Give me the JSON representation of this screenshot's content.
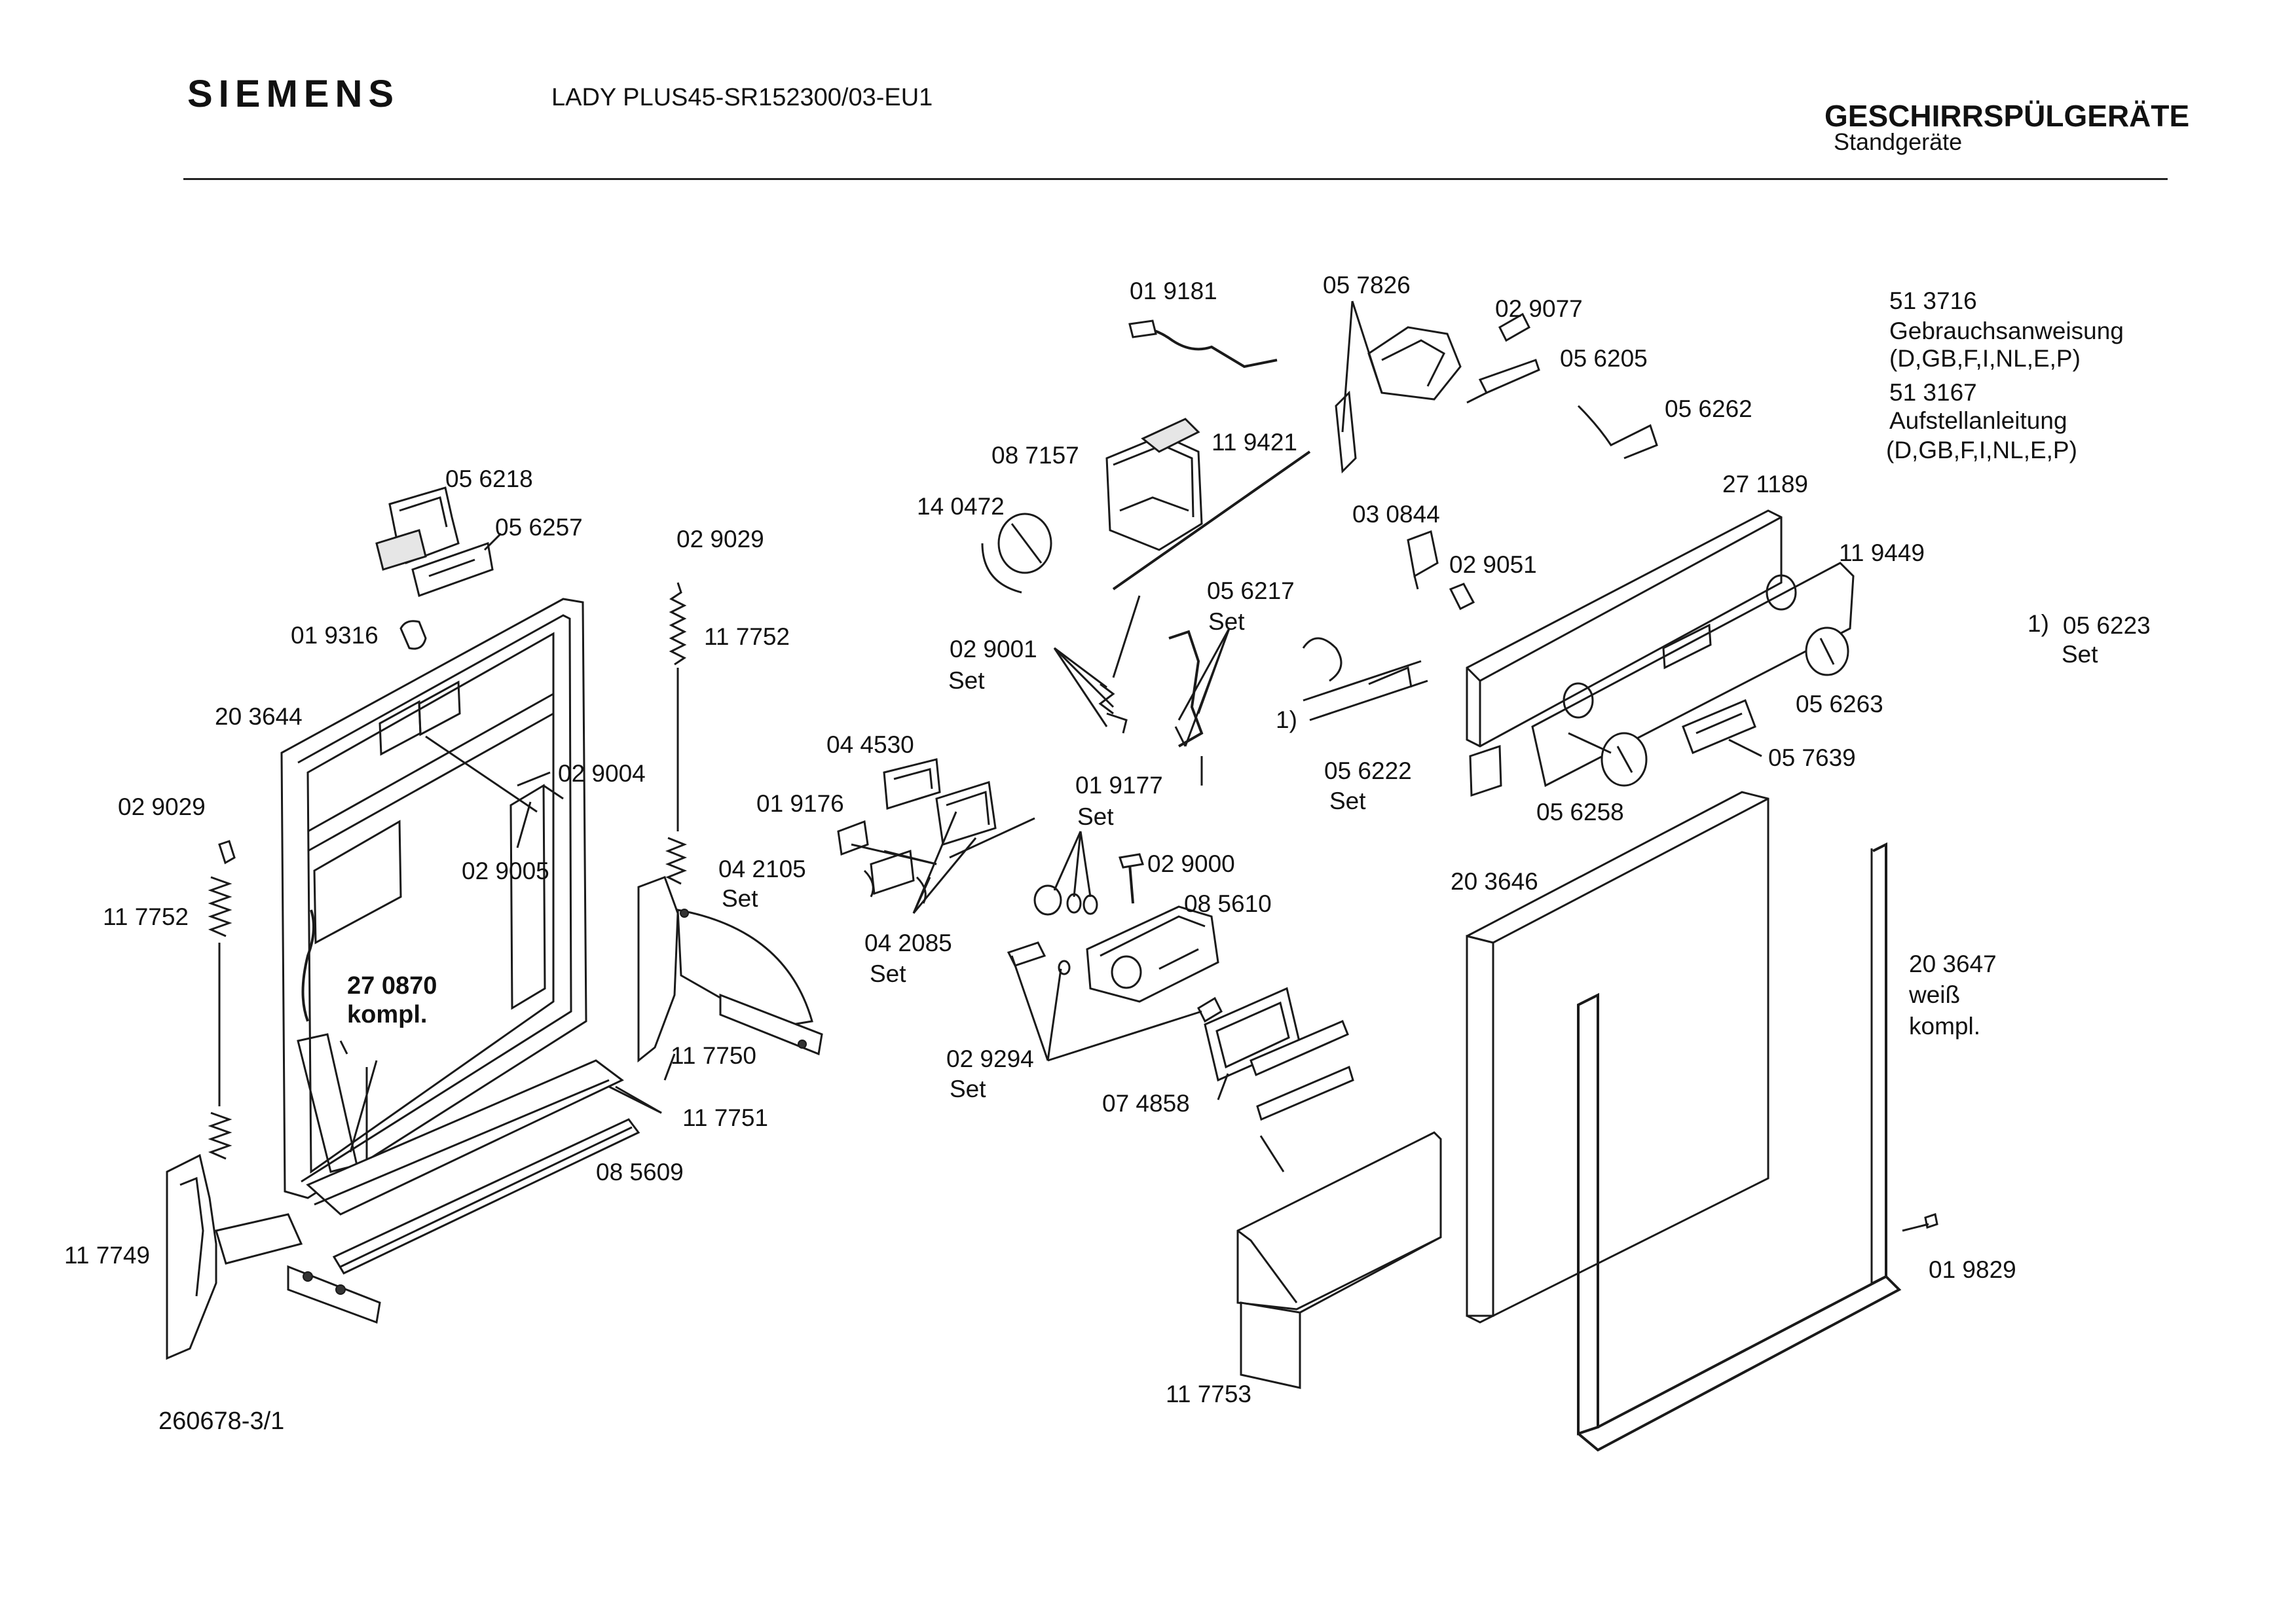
{
  "header": {
    "brand": "SIEMENS",
    "model": "LADY PLUS45-SR152300/03-EU1",
    "category": "GESCHIRRSPÜLGERÄTE",
    "subcategory": "Standgeräte"
  },
  "document_number": "260678-3/1",
  "notes": {
    "manual_number": "51 3716",
    "manual_title": "Gebrauchsanweisung",
    "manual_langs": "(D,GB,F,I,NL,E,P)",
    "install_number": "51 3167",
    "install_title": "Aufstellanleitung",
    "install_langs": "(D,GB,F,I,NL,E,P)",
    "footnote_marker": "1)",
    "footnote_part": "05 6223",
    "footnote_set": "Set"
  },
  "parts": [
    {
      "id": "p019181",
      "label": "01 9181"
    },
    {
      "id": "p057826",
      "label": "05 7826"
    },
    {
      "id": "p029077",
      "label": "02 9077"
    },
    {
      "id": "p056205",
      "label": "05 6205"
    },
    {
      "id": "p056262",
      "label": "05 6262"
    },
    {
      "id": "p087157",
      "label": "08 7157"
    },
    {
      "id": "p119421",
      "label": "11 9421"
    },
    {
      "id": "p140472",
      "label": "14 0472"
    },
    {
      "id": "p271189",
      "label": "27 1189"
    },
    {
      "id": "p030844",
      "label": "03 0844"
    },
    {
      "id": "p119449",
      "label": "11 9449"
    },
    {
      "id": "p029051",
      "label": "02 9051"
    },
    {
      "id": "p056217",
      "label": "05 6217"
    },
    {
      "id": "p029001",
      "label": "02 9001"
    },
    {
      "id": "p056263",
      "label": "05 6263"
    },
    {
      "id": "p057639",
      "label": "05 7639"
    },
    {
      "id": "p056222",
      "label": "05 6222"
    },
    {
      "id": "p056258",
      "label": "05 6258"
    },
    {
      "id": "p044530",
      "label": "04 4530"
    },
    {
      "id": "p019177",
      "label": "01 9177"
    },
    {
      "id": "p019176",
      "label": "01 9176"
    },
    {
      "id": "p042105",
      "label": "04 2105"
    },
    {
      "id": "p029000",
      "label": "02 9000"
    },
    {
      "id": "p085610",
      "label": "08 5610"
    },
    {
      "id": "p042085",
      "label": "04 2085"
    },
    {
      "id": "p029294",
      "label": "02 9294"
    },
    {
      "id": "p074858",
      "label": "07 4858"
    },
    {
      "id": "p056218",
      "label": "05 6218"
    },
    {
      "id": "p056257",
      "label": "05 6257"
    },
    {
      "id": "p029029a",
      "label": "02 9029"
    },
    {
      "id": "p117752a",
      "label": "11 7752"
    },
    {
      "id": "p019316",
      "label": "01 9316"
    },
    {
      "id": "p203644",
      "label": "20 3644"
    },
    {
      "id": "p029004",
      "label": "02 9004"
    },
    {
      "id": "p029029b",
      "label": "02 9029"
    },
    {
      "id": "p029005",
      "label": "02 9005"
    },
    {
      "id": "p117752b",
      "label": "11 7752"
    },
    {
      "id": "p270870",
      "label": "27 0870"
    },
    {
      "id": "p117750",
      "label": "11 7750"
    },
    {
      "id": "p117751",
      "label": "11 7751"
    },
    {
      "id": "p085609",
      "label": "08 5609"
    },
    {
      "id": "p117749",
      "label": "11 7749"
    },
    {
      "id": "p203646",
      "label": "20 3646"
    },
    {
      "id": "p203647",
      "label": "20 3647"
    },
    {
      "id": "p019829",
      "label": "01 9829"
    },
    {
      "id": "p117753",
      "label": "11 7753"
    }
  ],
  "part_words": {
    "set": "Set",
    "kompl": "kompl.",
    "weiss": "weiß",
    "footnote": "1)"
  }
}
